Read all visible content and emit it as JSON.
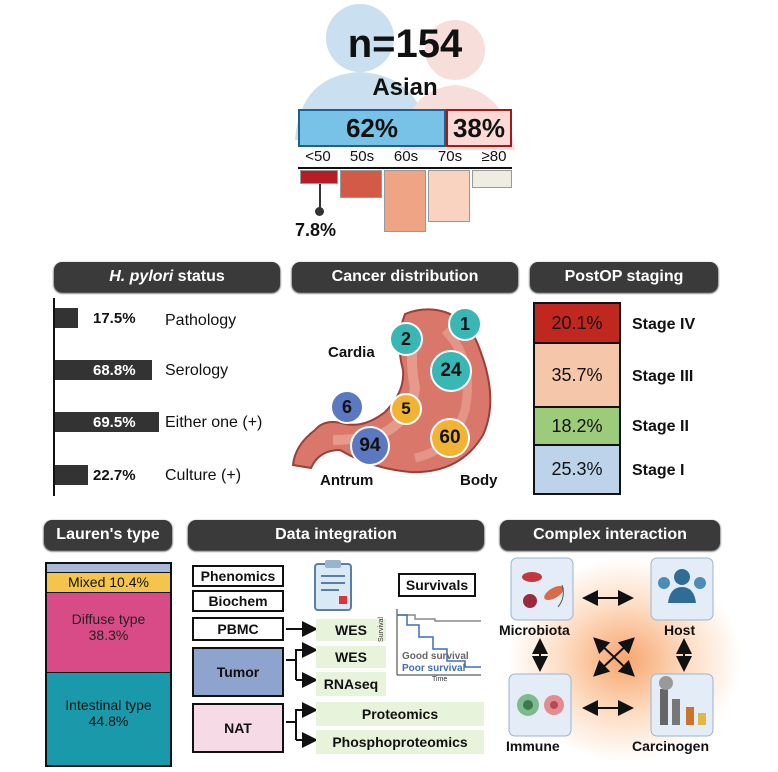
{
  "summary": {
    "n": "n=154",
    "ethnicity": "Asian",
    "male_pct": "62%",
    "female_pct": "38%"
  },
  "age": {
    "groups": [
      "<50",
      "50s",
      "60s",
      "70s",
      "≥80"
    ],
    "under50_pct": "7.8%",
    "colors": [
      "#b81c24",
      "#d45a48",
      "#eea485",
      "#fad3c0",
      "#efede1"
    ]
  },
  "hpylori": {
    "title_italic": "H. pylori",
    "title_rest": " status",
    "items": [
      {
        "pct": "17.5%",
        "label": "Pathology",
        "value": 17.5
      },
      {
        "pct": "68.8%",
        "label": "Serology",
        "value": 68.8
      },
      {
        "pct": "69.5%",
        "label": "Either one (+)",
        "value": 69.5
      },
      {
        "pct": "22.7%",
        "label": "Culture (+)",
        "value": 22.7
      }
    ]
  },
  "cancer_distribution": {
    "title": "Cancer distribution",
    "region_labels": {
      "cardia": "Cardia",
      "antrum": "Antrum",
      "body": "Body"
    },
    "counts": [
      "1",
      "2",
      "24",
      "6",
      "5",
      "94",
      "60"
    ]
  },
  "staging": {
    "title": "PostOP staging",
    "stages": [
      {
        "pct": "20.1%",
        "label": "Stage IV",
        "color": "#c0271f",
        "value": 20.1
      },
      {
        "pct": "35.7%",
        "label": "Stage III",
        "color": "#f6c6aa",
        "value": 35.7
      },
      {
        "pct": "18.2%",
        "label": "Stage II",
        "color": "#9ccc7a",
        "value": 18.2
      },
      {
        "pct": "25.3%",
        "label": "Stage I",
        "color": "#bcd3ea",
        "value": 25.3
      }
    ]
  },
  "lauren": {
    "title": "Lauren's type",
    "mixed": "Mixed 10.4%",
    "diffuse_name": "Diffuse type",
    "diffuse_pct": "38.3%",
    "intestinal_name": "Intestinal type",
    "intestinal_pct": "44.8%"
  },
  "integration": {
    "title": "Data integration",
    "phenomics": "Phenomics",
    "biochem": "Biochem",
    "pbmc": "PBMC",
    "tumor": "Tumor",
    "nat": "NAT",
    "wes1": "WES",
    "wes2": "WES",
    "rnaseq": "RNAseq",
    "proteomics": "Proteomics",
    "phospho": "Phosphoproteomics",
    "survivals": "Survivals",
    "good_survival": "Good survival",
    "poor_survival": "Poor survival",
    "survival_axis": "Survival",
    "time_axis": "Time"
  },
  "interaction": {
    "title": "Complex interaction",
    "microbiota": "Microbiota",
    "host": "Host",
    "immune": "Immune",
    "carcinogen": "Carcinogen"
  }
}
